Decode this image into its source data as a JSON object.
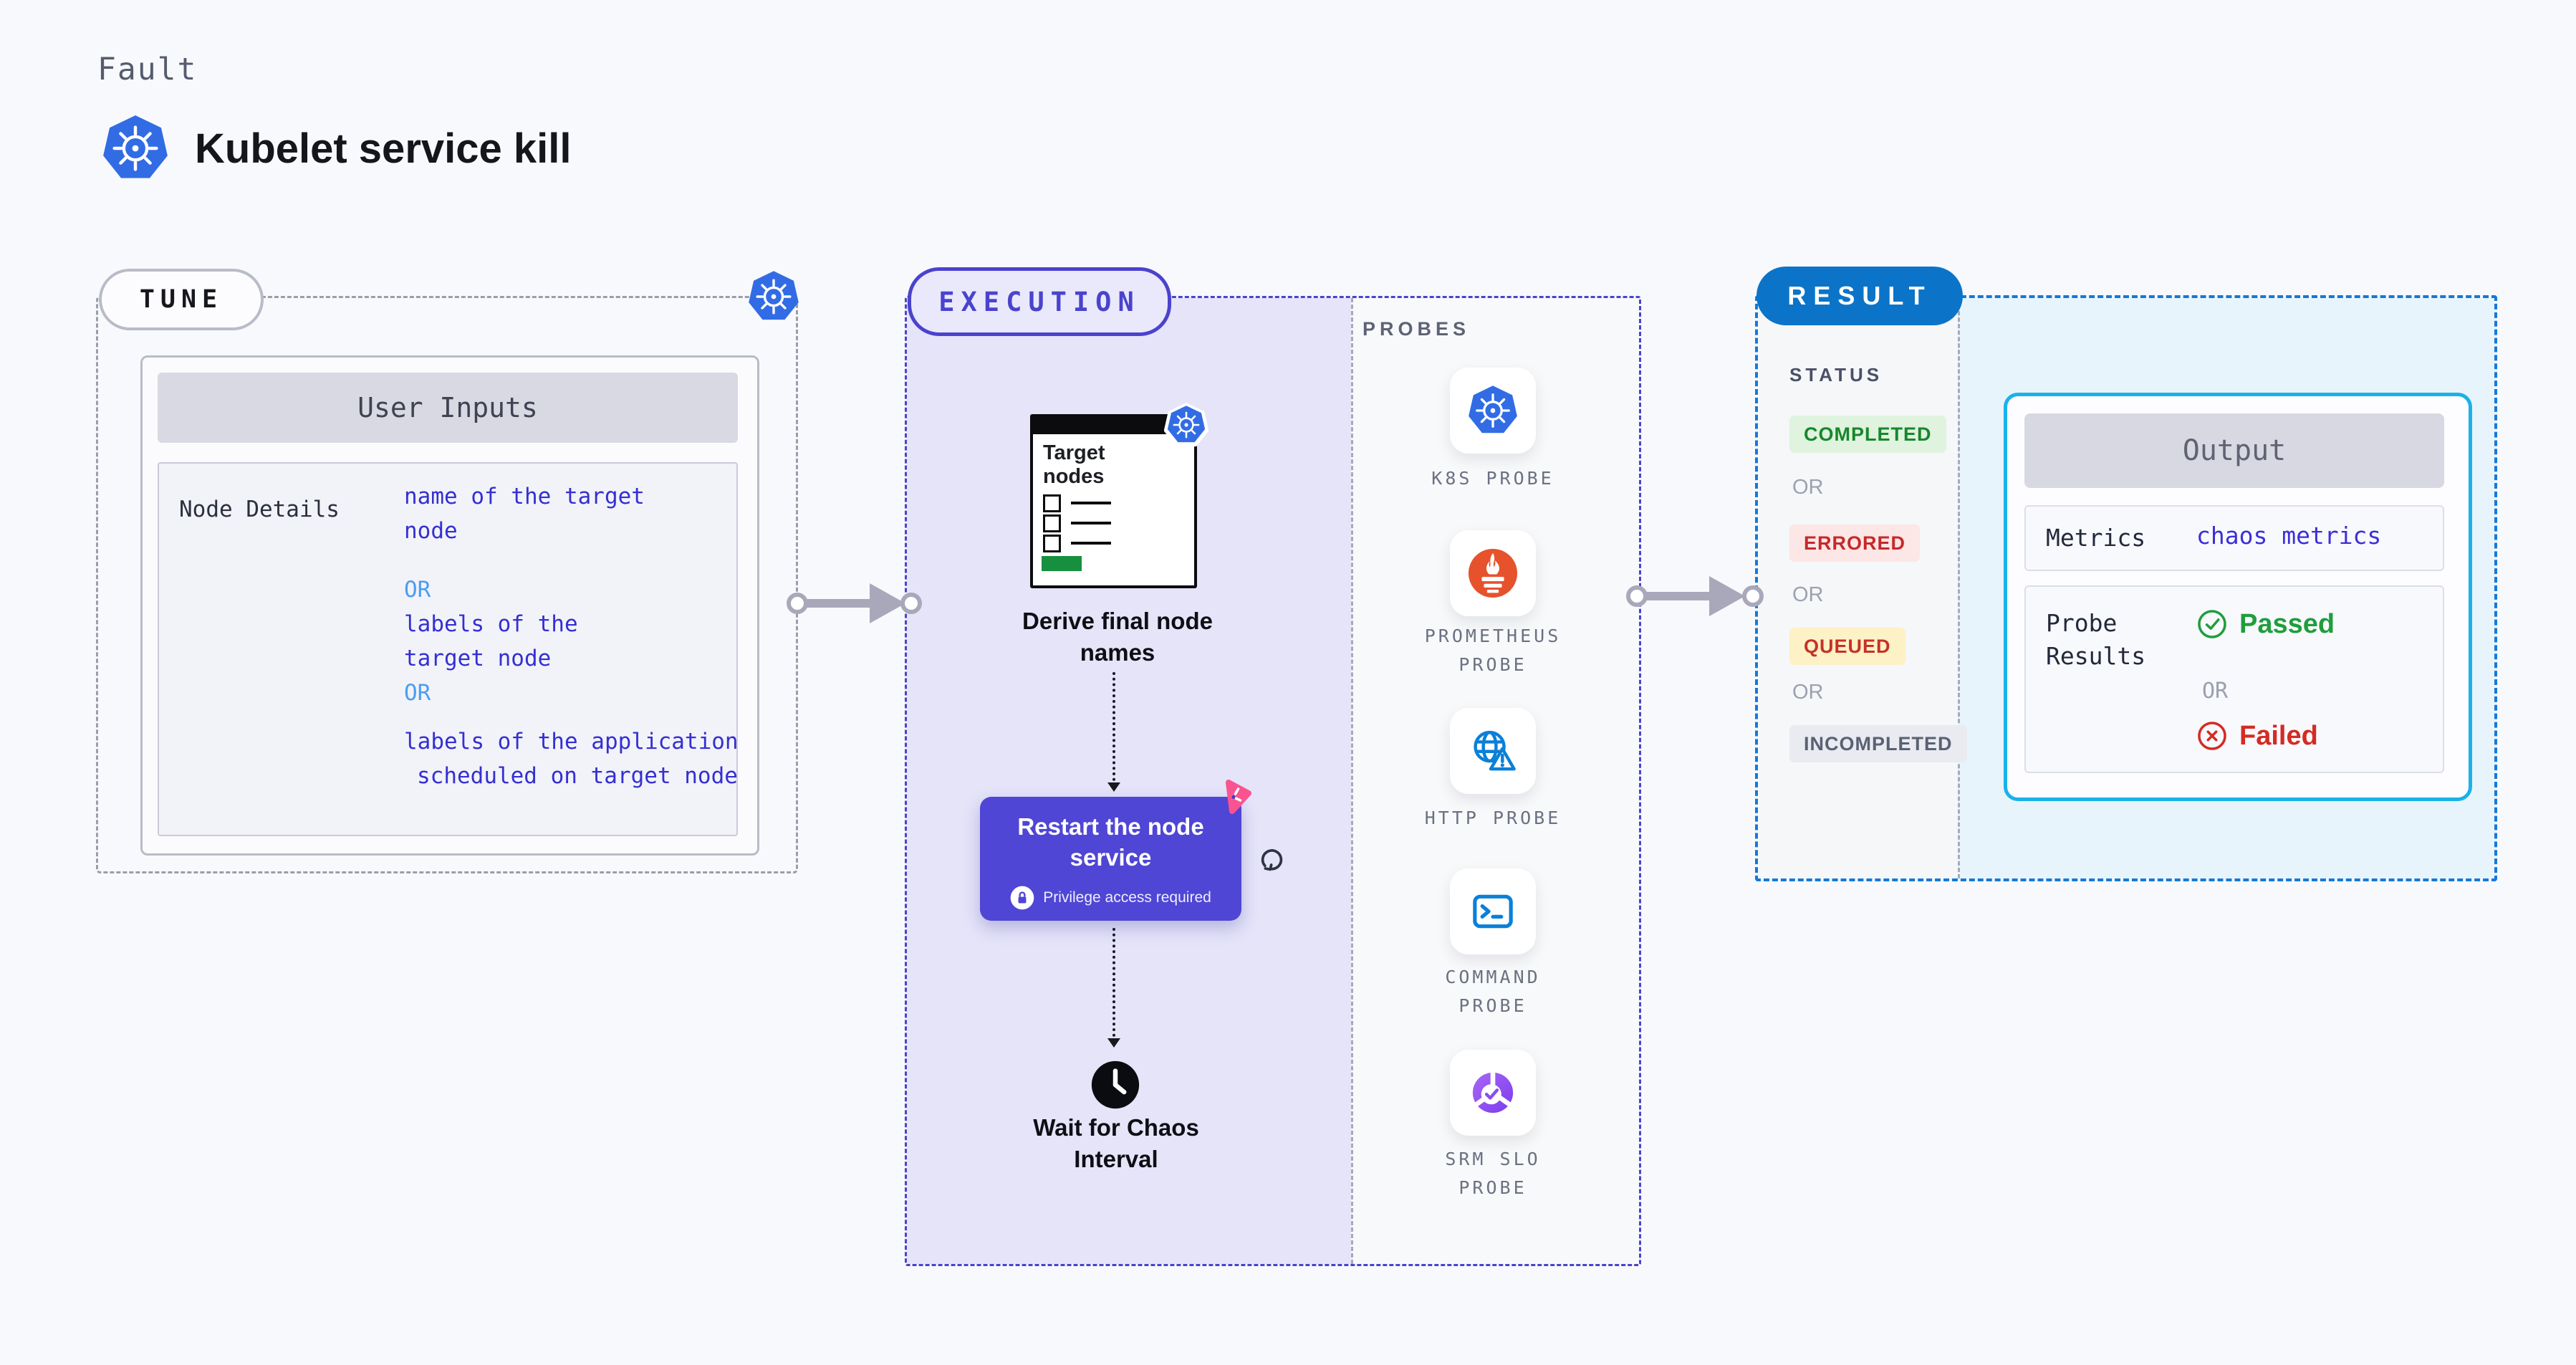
{
  "header": {
    "eyebrow": "Fault",
    "title": "Kubelet service kill"
  },
  "tune": {
    "badge": "TUNE",
    "user_inputs": {
      "header": "User Inputs",
      "row_label": "Node Details",
      "value_lines": [
        {
          "text": "name of the target",
          "kind": "value"
        },
        {
          "text": "node",
          "kind": "value"
        },
        {
          "text": "OR",
          "kind": "or"
        },
        {
          "text": "labels of the",
          "kind": "value"
        },
        {
          "text": "target node",
          "kind": "value"
        },
        {
          "text": "OR",
          "kind": "or"
        },
        {
          "text": "labels of the application",
          "kind": "value"
        },
        {
          "text": "scheduled on target node",
          "kind": "value"
        }
      ]
    }
  },
  "execution": {
    "badge": "EXECUTION",
    "target_window_title": "Target nodes",
    "derive_step": "Derive final node names",
    "restart_step": "Restart the node service",
    "privilege_note": "Privilege access required",
    "wait_step": "Wait for Chaos Interval"
  },
  "probes": {
    "heading": "PROBES",
    "items": [
      {
        "label": "K8S PROBE",
        "icon": "kubernetes-icon"
      },
      {
        "label": "PROMETHEUS PROBE",
        "icon": "prometheus-icon"
      },
      {
        "label": "HTTP PROBE",
        "icon": "globe-warning-icon"
      },
      {
        "label": "COMMAND PROBE",
        "icon": "terminal-icon"
      },
      {
        "label": "SRM SLO PROBE",
        "icon": "slo-pie-check-icon"
      }
    ]
  },
  "result": {
    "badge": "RESULT",
    "status": {
      "heading": "STATUS",
      "items": [
        {
          "text": "COMPLETED",
          "kind": "completed"
        },
        {
          "text": "OR",
          "kind": "or"
        },
        {
          "text": "ERRORED",
          "kind": "errored"
        },
        {
          "text": "OR",
          "kind": "or"
        },
        {
          "text": "QUEUED",
          "kind": "queued"
        },
        {
          "text": "OR",
          "kind": "or"
        },
        {
          "text": "INCOMPLETED",
          "kind": "incompleted"
        }
      ]
    },
    "output": {
      "header": "Output",
      "metrics_label": "Metrics",
      "metrics_value": "chaos metrics",
      "probe_results_label": "Probe Results",
      "passed": "Passed",
      "or": "OR",
      "failed": "Failed"
    }
  },
  "colors": {
    "kubernetes_blue": "#326ce5",
    "execution_indigo": "#4a43cd",
    "step_purple": "#4f46d5",
    "chaos_pink": "#fa5490",
    "result_blue": "#0b74c8",
    "output_cyan": "#19b2e9",
    "passed_green": "#1f9e3c",
    "failed_red": "#d42b22",
    "value_blue": "#352fd2",
    "or_blue": "#4d9df0",
    "prometheus_orange": "#e6522c"
  }
}
